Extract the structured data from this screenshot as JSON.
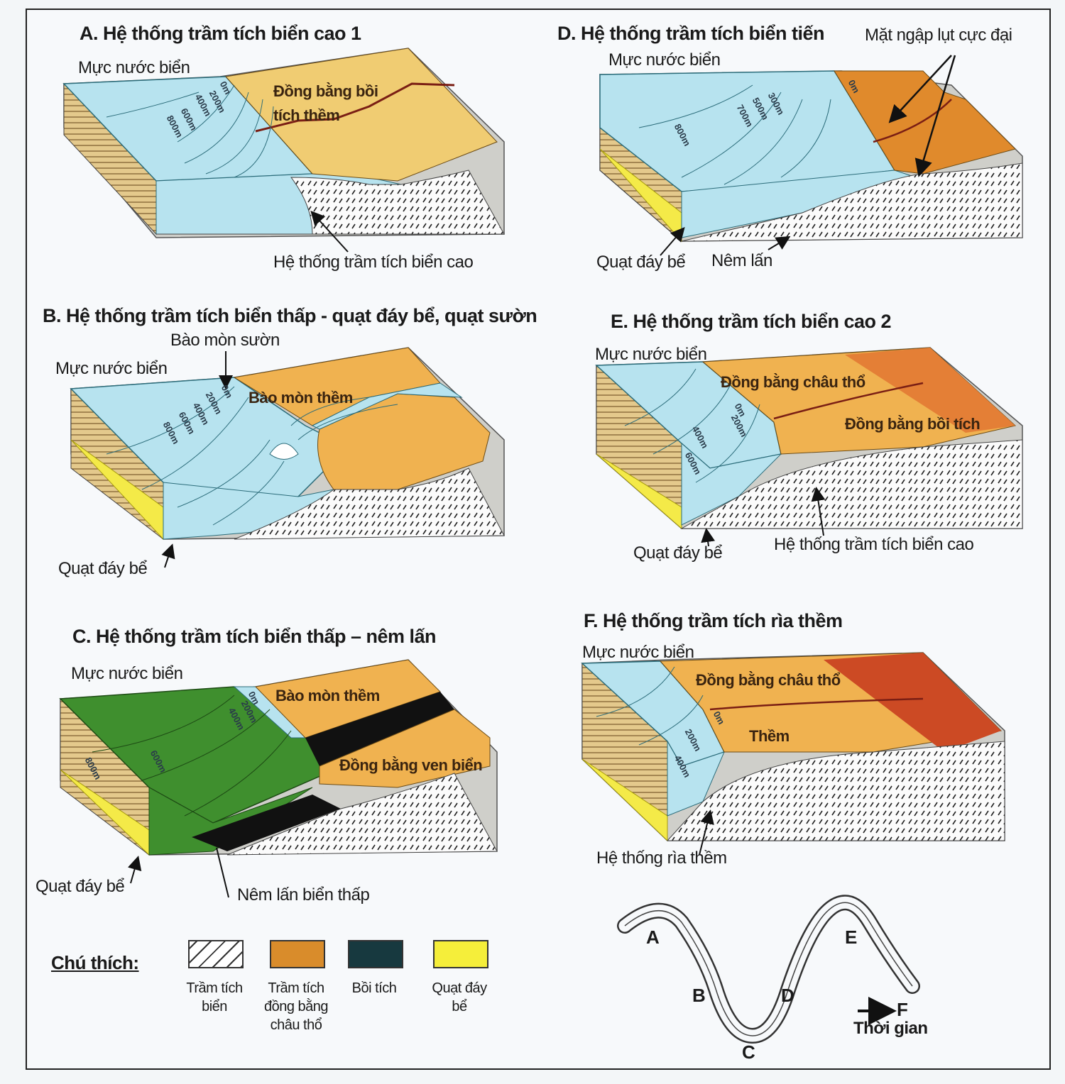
{
  "panels": {
    "a": {
      "title": "A. Hệ thống trầm tích biển cao 1",
      "sea_level": "Mực nước biển",
      "plain": "Đồng bằng bồi tích thềm",
      "pointer": "Hệ thống trầm tích biển cao",
      "depths": [
        "0m",
        "200m",
        "400m",
        "600m",
        "800m"
      ]
    },
    "b": {
      "title": "B. Hệ thống trầm tích biển thấp - quạt đáy bể, quạt sườn",
      "slope_erosion": "Bào mòn sườn",
      "sea_level": "Mực nước biển",
      "shelf_erosion": "Bào mòn thềm",
      "fan": "Quạt đáy bể",
      "depths": [
        "0m",
        "200m",
        "400m",
        "600m",
        "800m"
      ]
    },
    "c": {
      "title": "C. Hệ thống trầm tích biển thấp – nêm lấn",
      "sea_level": "Mực nước biển",
      "shelf_erosion": "Bào mòn thềm",
      "coastal_plain": "Đồng bằng ven biển",
      "fan": "Quạt đáy bể",
      "wedge": "Nêm lấn biển thấp",
      "depths": [
        "0m",
        "200m",
        "400m",
        "600m",
        "800m"
      ]
    },
    "d": {
      "title": "D. Hệ thống trầm tích biển tiến",
      "max_flood": "Mặt ngập lụt cực đại",
      "sea_level": "Mực nước biển",
      "fan": "Quạt đáy bể",
      "wedge": "Nêm lấn",
      "depths": [
        "0m",
        "300m",
        "500m",
        "700m",
        "800m"
      ]
    },
    "e": {
      "title": "E. Hệ thống trầm tích biển cao 2",
      "sea_level": "Mực nước biển",
      "delta": "Đồng bằng châu thổ",
      "plain": "Đồng bằng bồi tích",
      "fan": "Quạt đáy bể",
      "pointer": "Hệ thống trầm tích biển cao",
      "depths": [
        "0m",
        "200m",
        "400m",
        "600m"
      ]
    },
    "f": {
      "title": "F. Hệ thống trầm tích rìa thềm",
      "sea_level": "Mực nước biển",
      "delta": "Đồng bằng châu thổ",
      "shelf": "Thềm",
      "pointer": "Hệ thống rìa thềm",
      "depths": [
        "0m",
        "200m",
        "400m"
      ]
    }
  },
  "legend": {
    "heading": "Chú thích:",
    "items": [
      {
        "line1": "Trầm tích",
        "line2": "biển",
        "line3": "",
        "color": "#ffffff"
      },
      {
        "line1": "Trầm tích",
        "line2": "đồng bằng",
        "line3": "châu thổ",
        "color": "#d98c2b"
      },
      {
        "line1": "Bồi tích",
        "line2": "",
        "line3": "",
        "color": "#17393f"
      },
      {
        "line1": "Quạt đáy",
        "line2": "bể",
        "line3": "",
        "color": "#f5ee3a"
      }
    ]
  },
  "cycle": {
    "labels": [
      "A",
      "B",
      "C",
      "D",
      "E",
      "F"
    ],
    "time_label": "Thời gian"
  },
  "colors": {
    "sea": "#b7e3ef",
    "delta": "#e3a248",
    "floodplain": "#f0cc72",
    "lowstand": "#3f8f2e",
    "wedge": "#111111",
    "fan": "#f4ea48",
    "basement": "#d0d0cb",
    "contour": "#1f6c7c",
    "river": "#7a1e14"
  }
}
